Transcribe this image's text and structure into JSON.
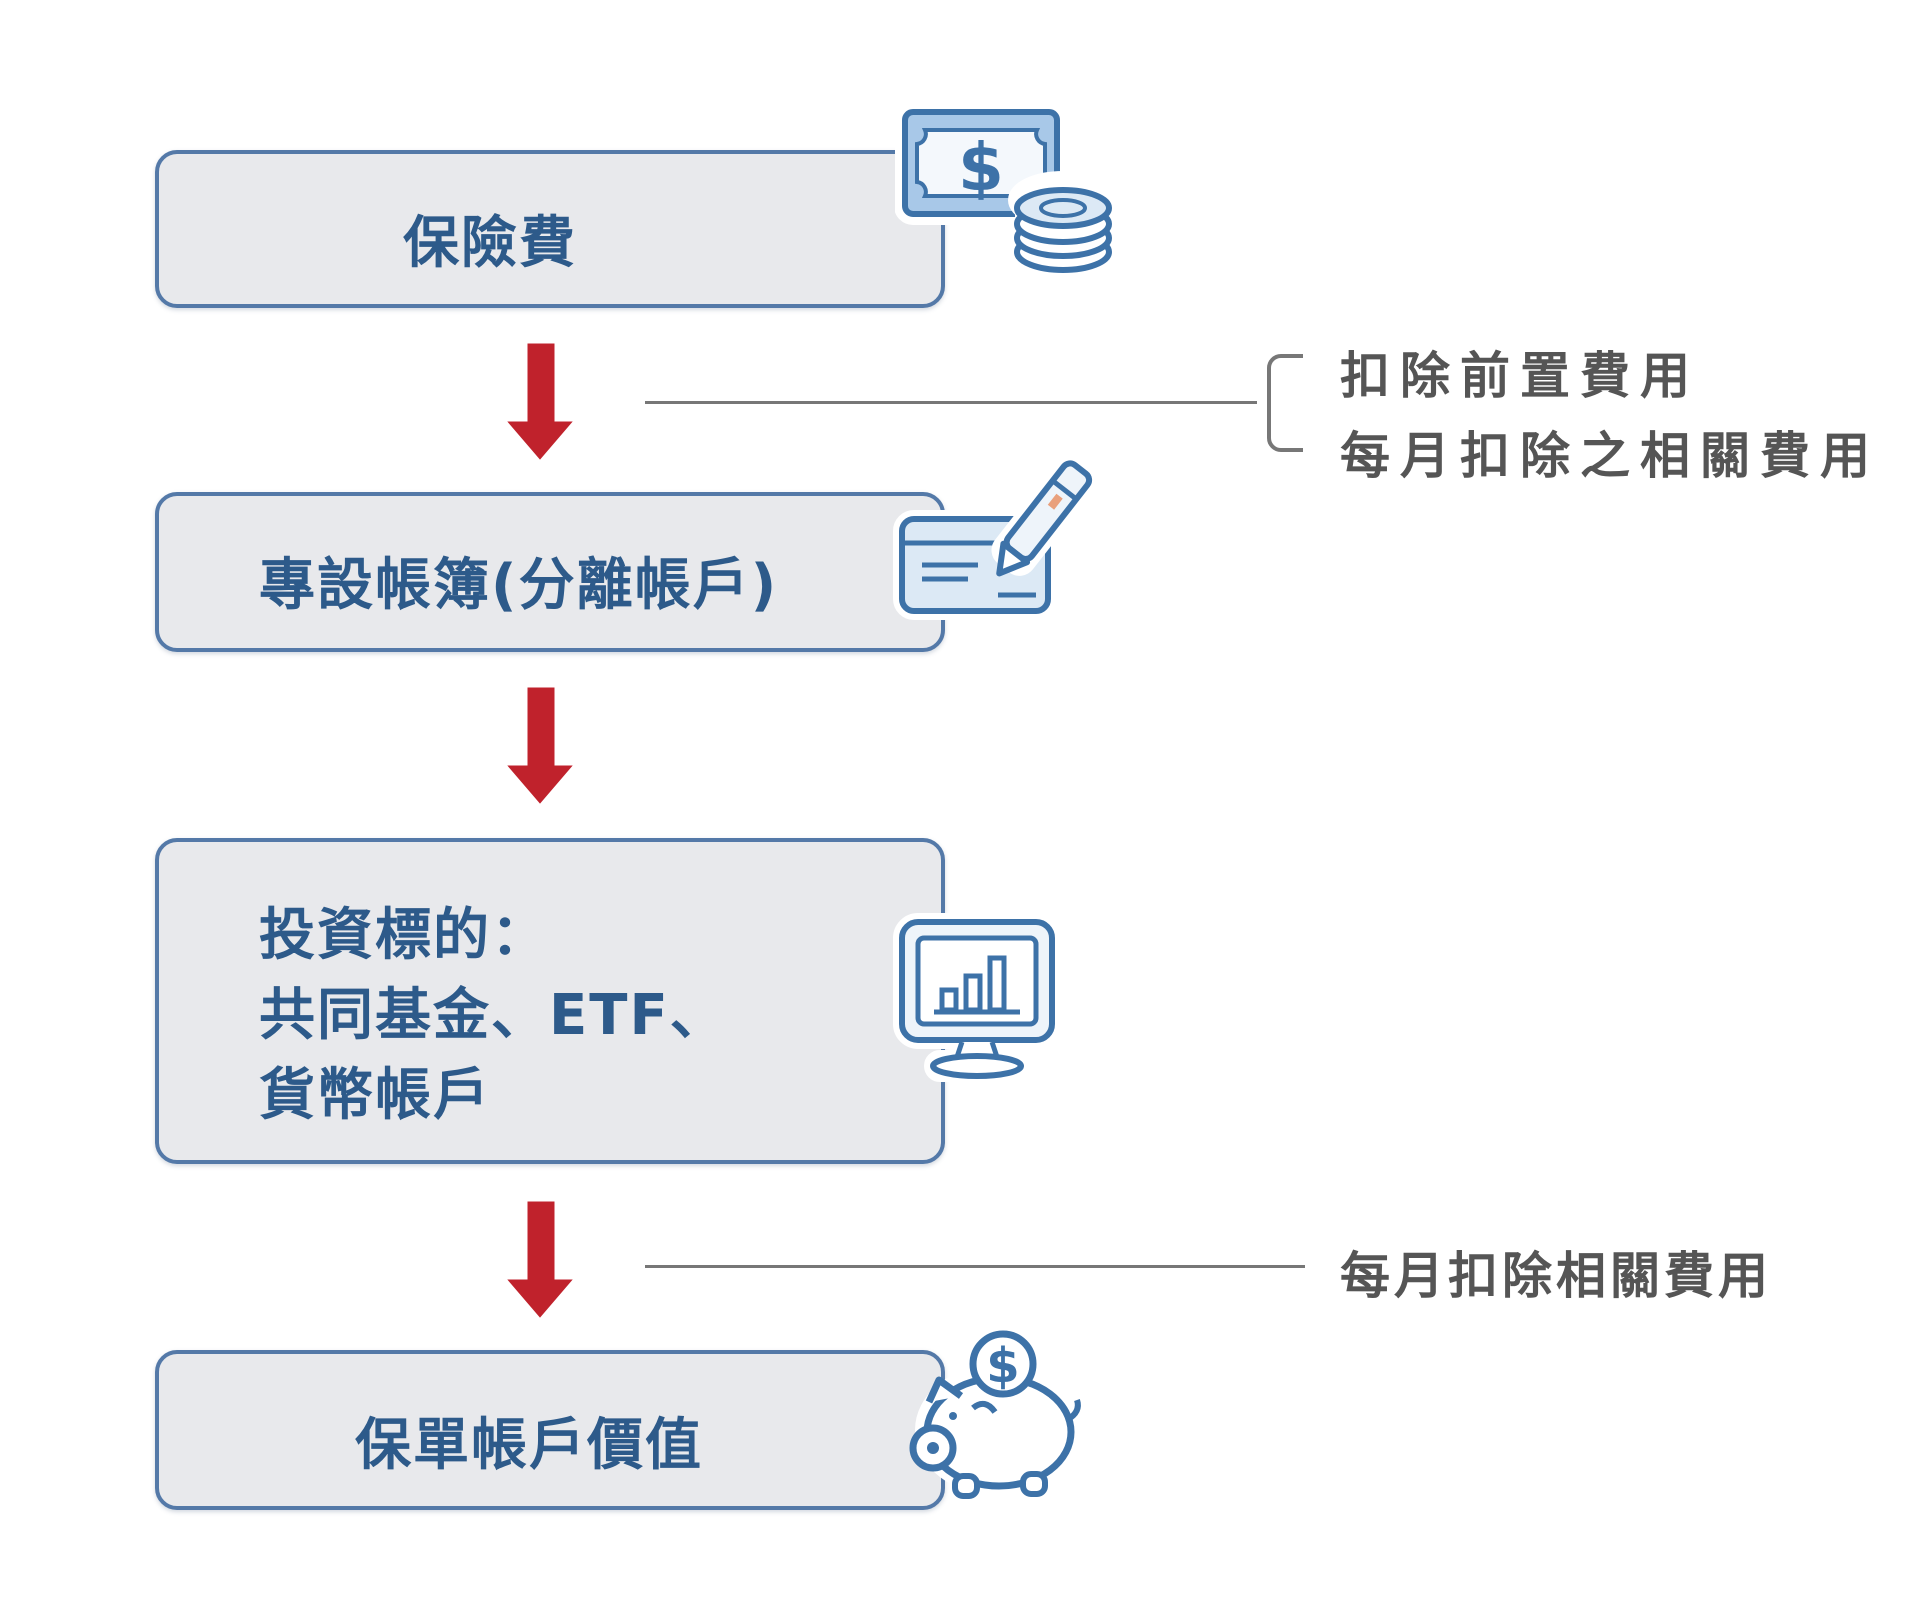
{
  "diagram": {
    "boxes": [
      {
        "label": "保險費",
        "icon": "money-coins-icon"
      },
      {
        "label": "專設帳簿(分離帳戶)",
        "icon": "check-pen-icon"
      },
      {
        "lines": [
          "投資標的：",
          "共同基金、ETF、",
          "貨幣帳戶"
        ],
        "icon": "monitor-chart-icon"
      },
      {
        "label": "保單帳戶價值",
        "icon": "piggy-bank-icon"
      }
    ],
    "annotations": [
      {
        "lines": [
          "扣除前置費用",
          "每月扣除之相關費用"
        ]
      },
      {
        "lines": [
          "每月扣除相關費用"
        ]
      }
    ],
    "colors": {
      "box_fill": "#e8e9ec",
      "box_border": "#5479a8",
      "box_text": "#2d5a8a",
      "arrow": "#c0222c",
      "annotation_text": "#555555",
      "icon_blue": "#3d72a8"
    }
  }
}
